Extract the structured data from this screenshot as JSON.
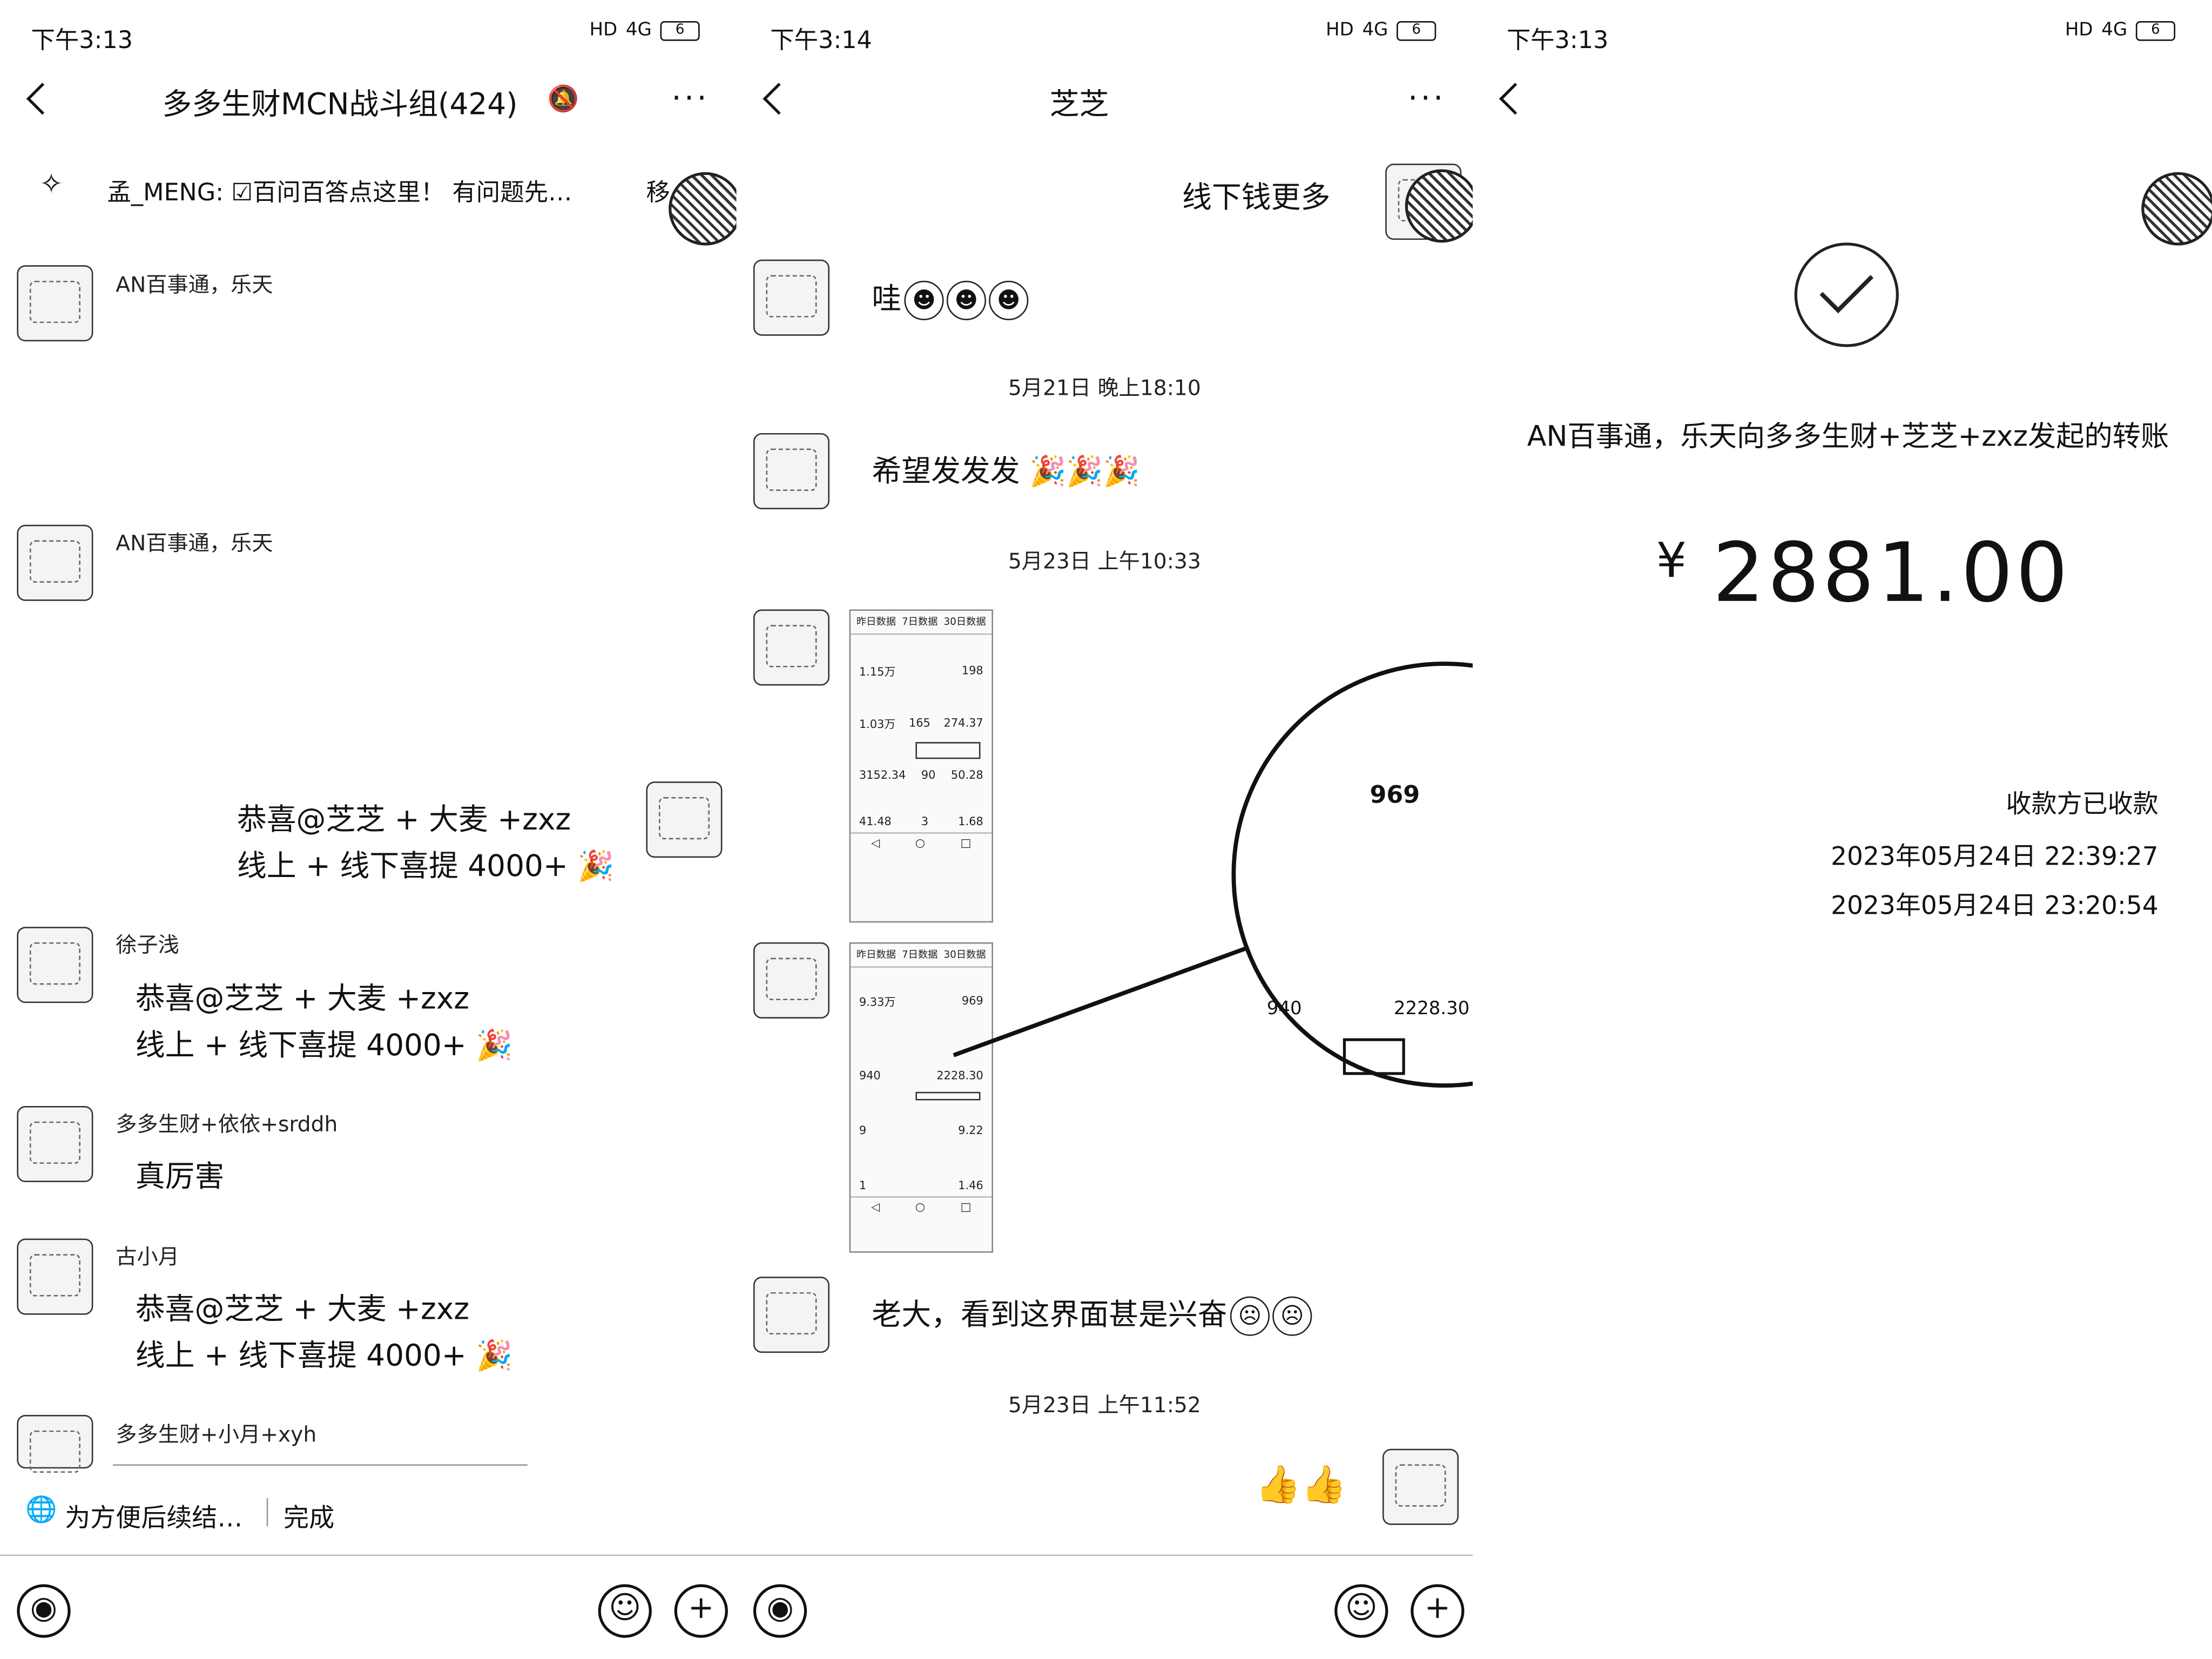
{
  "panel1": {
    "status_time": "下午3:13",
    "status_hd": "HD",
    "status_net": "4G",
    "battery": "6",
    "title": "多多生财MCN战斗组(424)",
    "pinned": "孟_MENG: ☑百问百答点这里！ 有问题先…",
    "pinned_more": "移",
    "messages": [
      {
        "name": "AN百事通，乐天"
      },
      {
        "name": "AN百事通，乐天"
      },
      {
        "line1": "恭喜@芝芝 + 大麦 +zxz",
        "line2": "线上 + 线下喜提 4000+"
      },
      {
        "name": "徐子浅",
        "line1": "恭喜@芝芝 + 大麦 +zxz",
        "line2": "线上 + 线下喜提 4000+"
      },
      {
        "name": "多多生财+依依+srddh",
        "line1": "真厉害"
      },
      {
        "name": "古小月",
        "line1": "恭喜@芝芝 + 大麦 +zxz",
        "line2": "线上 + 线下喜提 4000+"
      },
      {
        "name": "多多生财+小月+xyh"
      }
    ],
    "notice": "为方便后续结…",
    "notice_action": "完成"
  },
  "panel2": {
    "status_time": "下午3:14",
    "title": "芝芝",
    "msg_offline": "线下钱更多",
    "msg_wow": "哇",
    "ts1": "5月21日 晚上18:10",
    "msg_hope": "希望发发发",
    "ts2": "5月23日 上午10:33",
    "shot1": {
      "tabs": [
        "昨日数据",
        "7日数据",
        "30日数据"
      ],
      "v1": "1.15万",
      "v2": "198",
      "v3": "1.03万",
      "v4": "165",
      "v5": "274.37",
      "v6": "3152.34",
      "v7": "90",
      "v8": "50.28",
      "v9": "41.48",
      "v10": "3",
      "v11": "1.68"
    },
    "shot2": {
      "tabs": [
        "昨日数据",
        "7日数据",
        "30日数据"
      ],
      "v1": "9.33万",
      "v2": "969",
      "v3": "940",
      "v4": "2228.30",
      "v5": "9",
      "v6": "9.22",
      "v7": "1",
      "v8": "1.46"
    },
    "zoom": {
      "a": "969",
      "b": "940",
      "c": "2228.30"
    },
    "msg_boss": "老大，看到这界面甚是兴奋",
    "ts3": "5月23日 上午11:52"
  },
  "panel3": {
    "status_time": "下午3:13",
    "transfer_desc": "AN百事通，乐天向多多生财+芝芝+zxz发起的转账",
    "currency": "¥",
    "amount": "2881.00",
    "received": "收款方已收款",
    "time1": "2023年05月24日 22:39:27",
    "time2": "2023年05月24日 23:20:54"
  },
  "icons": {
    "back": "chevron-left-icon",
    "more": "more-dots-icon",
    "mute": "bell-off-icon",
    "voice": "voice-icon",
    "emoji": "emoji-icon",
    "plus": "plus-icon",
    "check": "check-circle-icon"
  }
}
